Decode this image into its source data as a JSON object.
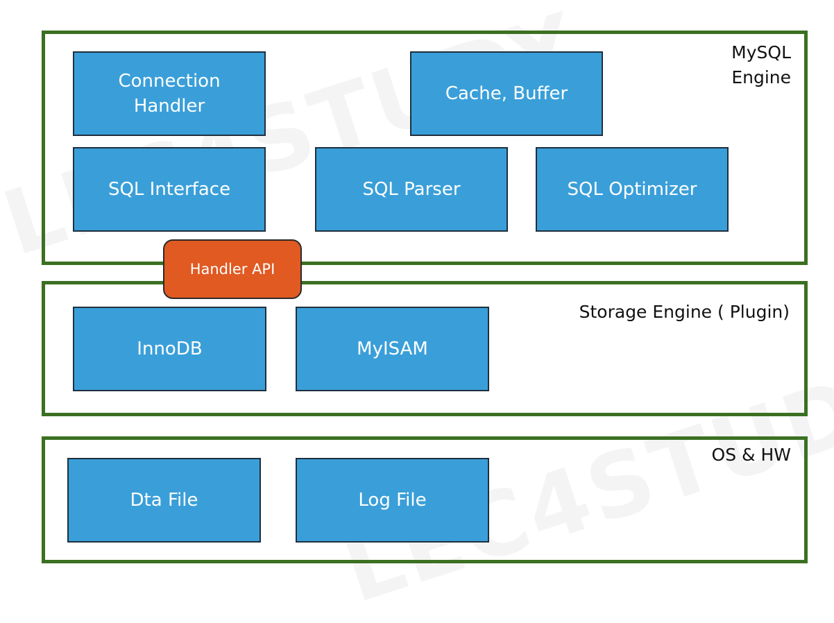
{
  "watermark": "LEC4STUDY",
  "layers": {
    "mysql_engine": {
      "label": "MySQL\nEngine"
    },
    "storage_engine": {
      "label": "Storage Engine ( Plugin)"
    },
    "os_hw": {
      "label": "OS & HW"
    }
  },
  "components": {
    "connection_handler": "Connection\nHandler",
    "cache_buffer": "Cache, Buffer",
    "sql_interface": "SQL Interface",
    "sql_parser": "SQL Parser",
    "sql_optimizer": "SQL Optimizer",
    "handler_api": "Handler API",
    "innodb": "InnoDB",
    "myisam": "MyISAM",
    "data_file": "Dta File",
    "log_file": "Log File"
  },
  "colors": {
    "layer_border": "#3b7022",
    "component_fill": "#3a9fd9",
    "api_fill": "#e05a22"
  }
}
